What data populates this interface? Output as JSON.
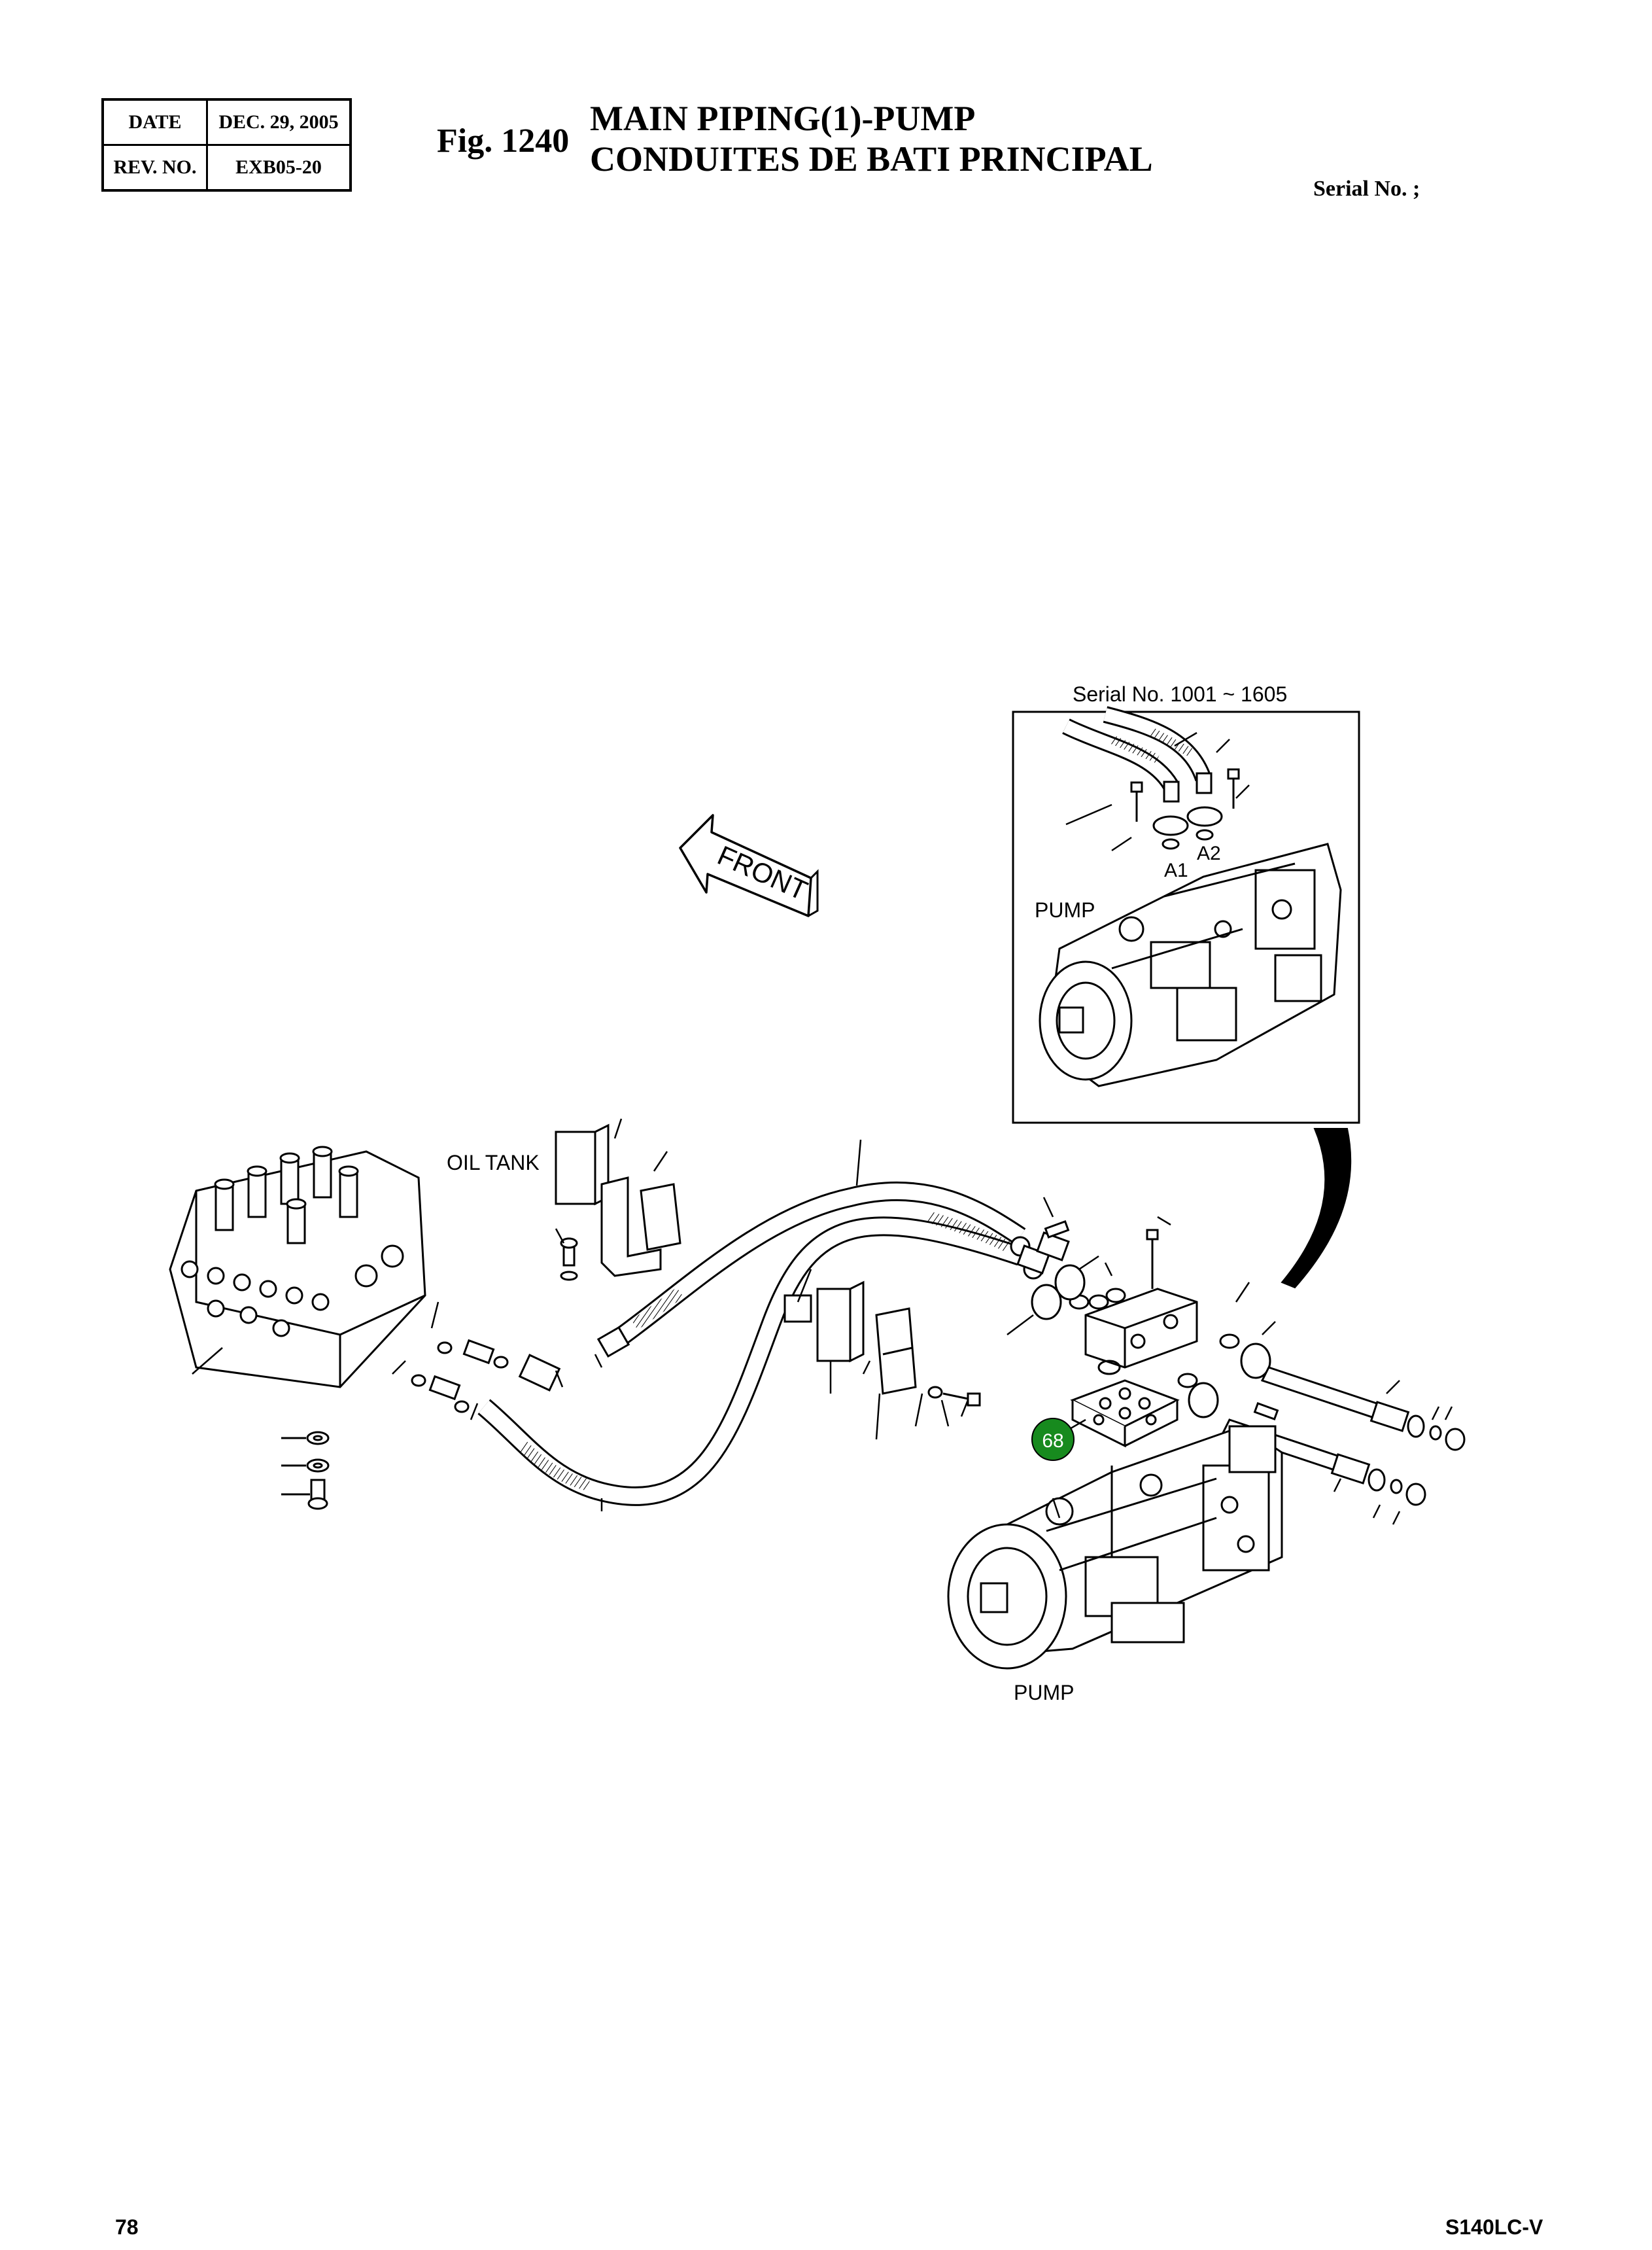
{
  "header": {
    "date_label": "DATE",
    "date_value": "DEC. 29, 2005",
    "rev_label": "REV. NO.",
    "rev_value": "EXB05-20",
    "fig_number": "Fig. 1240",
    "title_en": "MAIN PIPING(1)-PUMP",
    "title_fr": "CONDUITES DE BATI PRINCIPAL",
    "serial_label": "Serial No. ;"
  },
  "diagram": {
    "front_label": "FRONT",
    "oil_tank_label": "OIL TANK",
    "pump_label": "PUMP",
    "inset": {
      "serial_range": "Serial No. 1001 ~ 1605",
      "port_a1": "A1",
      "port_a2": "A2",
      "pump_label": "PUMP"
    },
    "callout": {
      "number": "68",
      "color": "#178a1e"
    }
  },
  "footer": {
    "page_number": "78",
    "model": "S140LC-V"
  }
}
